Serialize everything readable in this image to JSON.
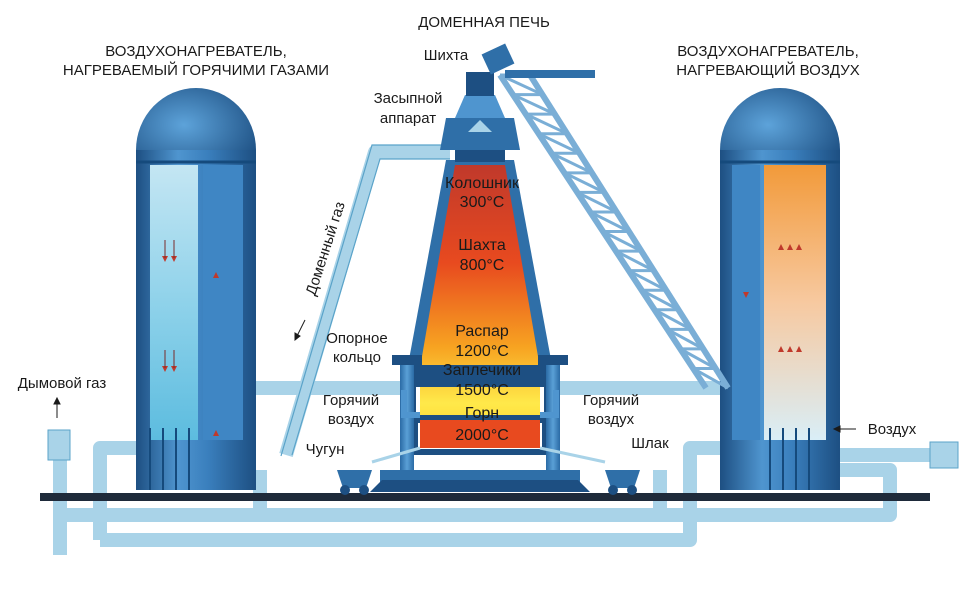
{
  "title": "ДОМЕННАЯ ПЕЧЬ",
  "left_stove": {
    "line1": "ВОЗДУХОНАГРЕВАТЕЛЬ,",
    "line2": "НАГРЕВАЕМЫЙ ГОРЯЧИМИ ГАЗАМИ"
  },
  "right_stove": {
    "line1": "ВОЗДУХОНАГРЕВАТЕЛЬ,",
    "line2": "НАГРЕВАЮЩИЙ ВОЗДУХ"
  },
  "labels": {
    "charge": "Шихта",
    "charging_line1": "Засыпной",
    "charging_line2": "аппарат",
    "blast_gas": "Доменный газ",
    "flue_gas": "Дымовой газ",
    "ring_line1": "Опорное",
    "ring_line2": "кольцо",
    "hot_air_left_line1": "Горячий",
    "hot_air_left_line2": "воздух",
    "hot_air_right_line1": "Горячий",
    "hot_air_right_line2": "воздух",
    "pig_iron": "Чугун",
    "slag": "Шлак",
    "air": "Воздух"
  },
  "zones": [
    {
      "name": "Колошник",
      "temp": "300°C"
    },
    {
      "name": "Шахта",
      "temp": "800°C"
    },
    {
      "name": "Распар",
      "temp": "1200°C"
    },
    {
      "name": "Заплечики",
      "temp": "1500°C"
    },
    {
      "name": "Горн",
      "temp": "2000°C"
    }
  ],
  "colors": {
    "pipe": "#a9d3e8",
    "steel": "#2f6fa8",
    "steel_dark": "#1d4f82",
    "ground": "#1e2a3a",
    "cool_fill": "#7fc9e6",
    "hot_top": "#e85a1a",
    "hot_bottom": "#ffe94a"
  }
}
